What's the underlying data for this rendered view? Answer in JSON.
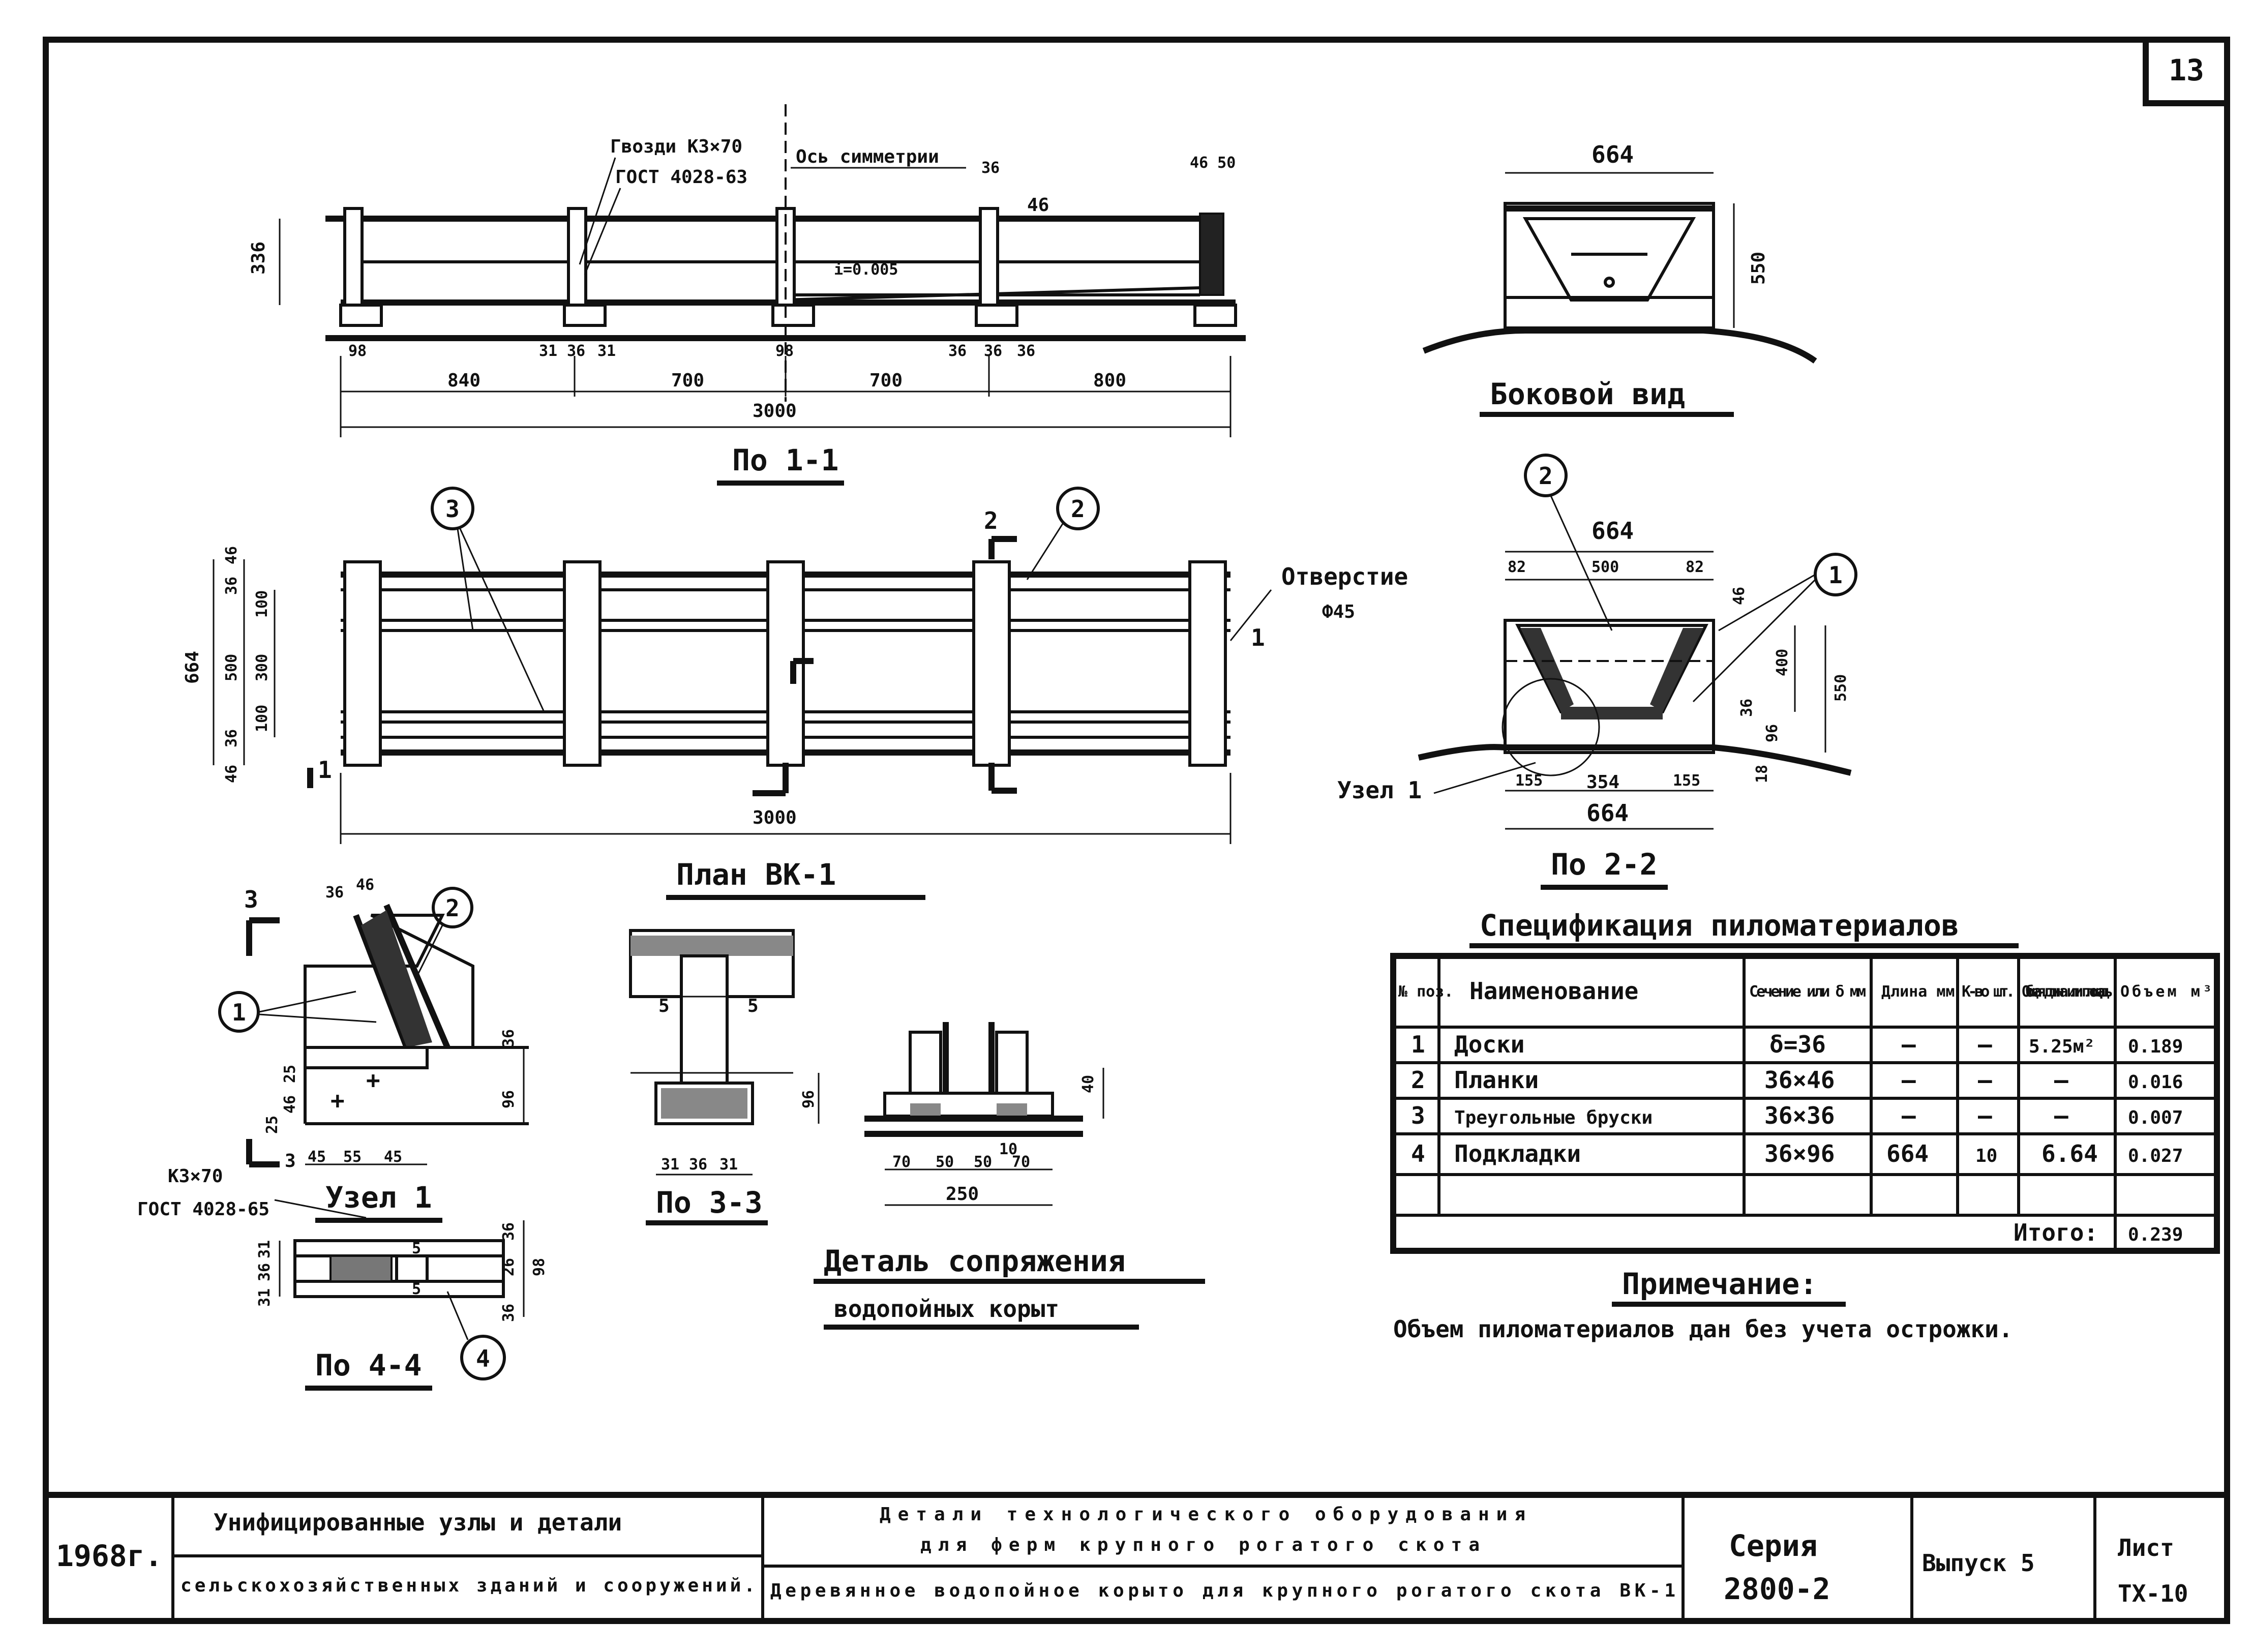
{
  "sheet_number": "13",
  "section_1_1": {
    "title": "По 1-1",
    "nails_note_1": "Гвозди К3×70",
    "nails_note_2": "ГОСТ 4028-63",
    "symmetry_axis": "Ось симметрии",
    "slope": "i=0.005",
    "dim_height": "336",
    "dims_top": [
      "36",
      "46",
      "46 50"
    ],
    "dims_bottom": [
      "98",
      "31",
      "36",
      "31",
      "98",
      "36",
      "36",
      "36"
    ],
    "spans": [
      "840",
      "700",
      "700",
      "800"
    ],
    "total": "3000"
  },
  "side_view": {
    "title": "Боковой вид",
    "width": "664",
    "height": "550"
  },
  "plan": {
    "title": "План ВК-1",
    "hole_label_1": "Отверстие",
    "hole_label_2": "Ф45",
    "callout_3": "3",
    "callout_2": "2",
    "cut_2": "2",
    "cut_1": "1",
    "dim_left_total": "664",
    "dims_left": [
      "46",
      "36",
      "100",
      "300",
      "100",
      "36",
      "46"
    ],
    "dim_500": "500",
    "total": "3000"
  },
  "section_2_2": {
    "title": "По 2-2",
    "callout_2": "2",
    "callout_1": "1",
    "top_total": "664",
    "top_dims": [
      "82",
      "500",
      "82"
    ],
    "bottom_dims": [
      "155",
      "354",
      "155"
    ],
    "bottom_total": "664",
    "right_dims": [
      "46",
      "400",
      "550",
      "36",
      "96",
      "18"
    ],
    "node_label": "Узел 1"
  },
  "node_1": {
    "title": "Узел 1",
    "cut_3": "3",
    "callout_2": "2",
    "callout_1": "1",
    "dims_top": [
      "36",
      "46"
    ],
    "dims_right": [
      "36",
      "96"
    ],
    "dims_left": [
      "25",
      "46",
      "25"
    ],
    "dims_bottom": [
      "45",
      "55",
      "45"
    ],
    "nails_1": "К3×70",
    "nails_2": "ГОСТ 4028-65"
  },
  "section_3_3": {
    "title": "По 3-3",
    "dims_mid": [
      "5",
      "5"
    ],
    "dim_right": "96",
    "dims_bottom": [
      "31",
      "36",
      "31"
    ]
  },
  "section_4_4": {
    "title": "По 4-4",
    "callout_4": "4",
    "dims_left": [
      "31",
      "36",
      "31"
    ],
    "dims_right": [
      "36",
      "26",
      "98",
      "36"
    ],
    "inner": [
      "5",
      "5"
    ]
  },
  "joint_detail": {
    "title_1": "Деталь сопряжения",
    "title_2": "водопойных корыт",
    "dim_right": "40",
    "dim_mid": "10",
    "dims_bottom": [
      "70",
      "50",
      "50",
      "70"
    ],
    "total": "250"
  },
  "spec": {
    "title": "Спецификация пиломатериалов",
    "headers": [
      "№ поз.",
      "Наименование",
      "Сечение или δ мм",
      "Длина мм",
      "К-во шт.",
      "Общая длина или площадь",
      "Объем м³"
    ],
    "rows": [
      [
        "1",
        "Доски",
        "δ=36",
        "—",
        "—",
        "5.25м²",
        "0.189"
      ],
      [
        "2",
        "Планки",
        "36×46",
        "—",
        "—",
        "—",
        "0.016"
      ],
      [
        "3",
        "Треугольные бруски",
        "36×36",
        "—",
        "—",
        "—",
        "0.007"
      ],
      [
        "4",
        "Подкладки",
        "36×96",
        "664",
        "10",
        "6.64",
        "0.027"
      ],
      [
        "",
        "",
        "",
        "",
        "",
        "",
        ""
      ]
    ],
    "total_label": "Итого:",
    "total_value": "0.239"
  },
  "note": {
    "title": "Примечание:",
    "text": "Объем пиломатериалов дан без учета острожки."
  },
  "title_block": {
    "year": "1968г.",
    "org_line_1": "Унифицированные узлы и детали",
    "org_line_2": "сельскохозяйственных зданий и сооружений.",
    "desc_line_1": "Детали технологического оборудования",
    "desc_line_2": "для ферм крупного рогатого скота",
    "desc_line_3": "Деревянное водопойное корыто для крупного рогатого скота ВК-1",
    "series_label": "Серия",
    "series_value": "2800-2",
    "issue": "Выпуск 5",
    "sheet_label": "Лист",
    "sheet_value": "ТХ-10"
  }
}
